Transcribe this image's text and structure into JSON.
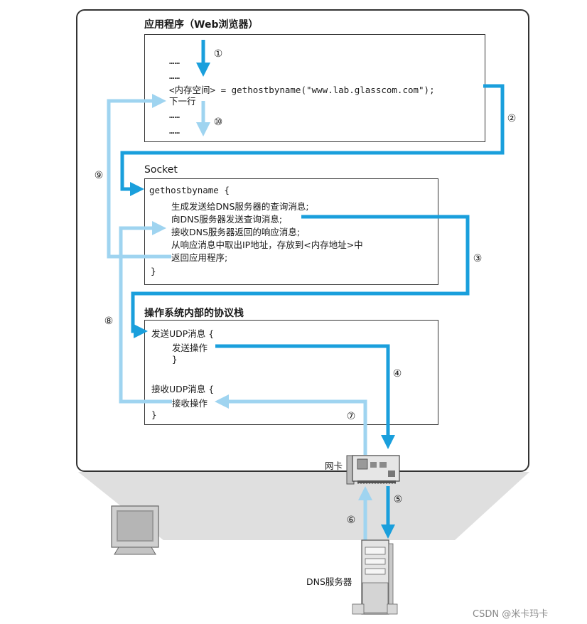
{
  "app_box": {
    "title": "应用程序（Web浏览器）",
    "lines": [
      "……",
      "……",
      "<内存空间> = gethostbyname(\"www.lab.glasscom.com\");",
      "下一行",
      "……",
      "……"
    ]
  },
  "socket_box": {
    "title": "Socket",
    "header": "gethostbyname  {",
    "lines": [
      "生成发送给DNS服务器的查询消息;",
      "向DNS服务器发送查询消息;",
      "接收DNS服务器返回的响应消息;",
      "从响应消息中取出IP地址，存放到<内存地址>中",
      "返回应用程序;"
    ],
    "footer": "}"
  },
  "os_box": {
    "title": "操作系统内部的协议栈",
    "send_header": "发送UDP消息  {",
    "send_op": "发送操作",
    "send_close": "}",
    "recv_header": "接收UDP消息  {",
    "recv_op": "接收操作",
    "recv_close": "}"
  },
  "steps": [
    "①",
    "②",
    "③",
    "④",
    "⑤",
    "⑥",
    "⑦",
    "⑧",
    "⑨",
    "⑩"
  ],
  "nic_label": "网卡",
  "dns_server_label": "DNS服务器",
  "watermark": "CSDN @米卡玛卡",
  "colors": {
    "dark_arrow": "#1a9fdc",
    "light_arrow": "#9fd4f0",
    "frame": "#333333"
  }
}
